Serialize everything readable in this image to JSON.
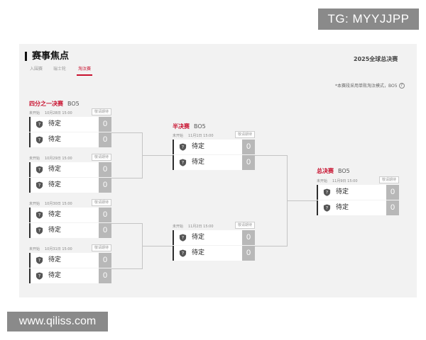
{
  "watermarks": {
    "tg": "TG: MYYJJPP",
    "url": "www.qiliss.com"
  },
  "header": {
    "title": "赛事焦点",
    "season": "2025全球总决赛",
    "tabs": [
      {
        "label": "入围赛",
        "active": false
      },
      {
        "label": "瑞士轮",
        "active": false
      },
      {
        "label": "淘汰赛",
        "active": true
      }
    ],
    "note": "*本赛段采用单败淘汰模式，BO5"
  },
  "rounds": {
    "quarterfinal": {
      "label": "四分之一决赛",
      "format": "BO5"
    },
    "semifinal": {
      "label": "半决赛",
      "format": "BO5"
    },
    "final": {
      "label": "总决赛",
      "format": "BO5"
    }
  },
  "matches": {
    "qf1": {
      "status": "未开始",
      "time": "10月28日 15:00",
      "replay": "敬请期待",
      "teams": [
        {
          "name": "待定",
          "score": "0"
        },
        {
          "name": "待定",
          "score": "0"
        }
      ]
    },
    "qf2": {
      "status": "未开始",
      "time": "10月29日 15:00",
      "replay": "敬请期待",
      "teams": [
        {
          "name": "待定",
          "score": "0"
        },
        {
          "name": "待定",
          "score": "0"
        }
      ]
    },
    "qf3": {
      "status": "未开始",
      "time": "10月30日 15:00",
      "replay": "敬请期待",
      "teams": [
        {
          "name": "待定",
          "score": "0"
        },
        {
          "name": "待定",
          "score": "0"
        }
      ]
    },
    "qf4": {
      "status": "未开始",
      "time": "10月31日 15:00",
      "replay": "敬请期待",
      "teams": [
        {
          "name": "待定",
          "score": "0"
        },
        {
          "name": "待定",
          "score": "0"
        }
      ]
    },
    "sf1": {
      "status": "未开始",
      "time": "11月1日 15:00",
      "replay": "敬请期待",
      "teams": [
        {
          "name": "待定",
          "score": "0"
        },
        {
          "name": "待定",
          "score": "0"
        }
      ]
    },
    "sf2": {
      "status": "未开始",
      "time": "11月2日 15:00",
      "replay": "敬请期待",
      "teams": [
        {
          "name": "待定",
          "score": "0"
        },
        {
          "name": "待定",
          "score": "0"
        }
      ]
    },
    "final": {
      "status": "未开始",
      "time": "11月9日 15:00",
      "replay": "敬请期待",
      "teams": [
        {
          "name": "待定",
          "score": "0"
        },
        {
          "name": "待定",
          "score": "0"
        }
      ]
    }
  }
}
